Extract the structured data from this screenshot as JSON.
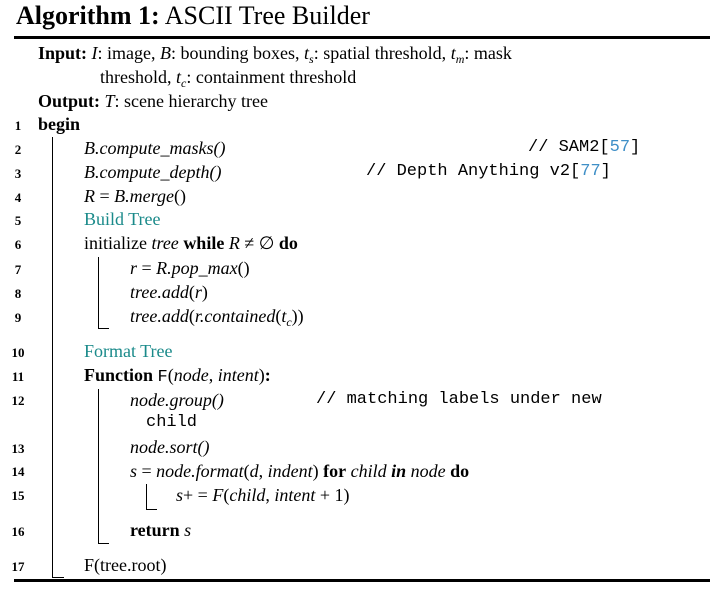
{
  "algorithm": {
    "label": "Algorithm 1:",
    "name": "ASCII Tree Builder"
  },
  "io": {
    "input_label": "Input:",
    "input_line1": "I: image, B: bounding boxes, t_s: spatial threshold, t_m: mask",
    "input_line2": "threshold, t_c: containment threshold",
    "output_label": "Output:",
    "output_text": "T: scene hierarchy tree"
  },
  "lines": [
    {
      "num": "1",
      "text": "begin"
    },
    {
      "num": "2",
      "text": "B.compute_masks()",
      "comment": "// SAM2[",
      "ref": "57",
      "comment_end": "]"
    },
    {
      "num": "3",
      "text": "B.compute_depth()",
      "comment": "// Depth Anything v2[",
      "ref": "77",
      "comment_end": "]"
    },
    {
      "num": "4",
      "text": "R = B.merge()"
    },
    {
      "num": "5",
      "text": "Build Tree"
    },
    {
      "num": "6",
      "text": "initialize tree while R ≠ ∅ do"
    },
    {
      "num": "7",
      "text": "r = R.pop_max()"
    },
    {
      "num": "8",
      "text": "tree.add(r)"
    },
    {
      "num": "9",
      "text": "tree.add(r.contained(t_c))"
    },
    {
      "num": "10",
      "text": "Format Tree"
    },
    {
      "num": "11",
      "text": "Function F(node, intent):"
    },
    {
      "num": "12",
      "text": "node.group()",
      "comment": "// matching labels under new",
      "comment_cont": "child"
    },
    {
      "num": "13",
      "text": "node.sort()"
    },
    {
      "num": "14",
      "text": "s = node.format(d, indent) for child in node do"
    },
    {
      "num": "15",
      "text": "s+ = F(child, intent + 1)"
    },
    {
      "num": "16",
      "text": "return s"
    },
    {
      "num": "17",
      "text": "F(tree.root)"
    }
  ],
  "tokens": {
    "begin": "begin",
    "build_tree": "Build Tree",
    "format_tree": "Format Tree",
    "initialize": "initialize",
    "tree": "tree",
    "while": "while",
    "do": "do",
    "function": "Function",
    "for": "for",
    "in": "in",
    "return": "return",
    "final": "F(tree.root)"
  },
  "colors": {
    "section_teal": "#1a8a8a",
    "citation_blue": "#3f8fc7",
    "text": "#000000"
  }
}
